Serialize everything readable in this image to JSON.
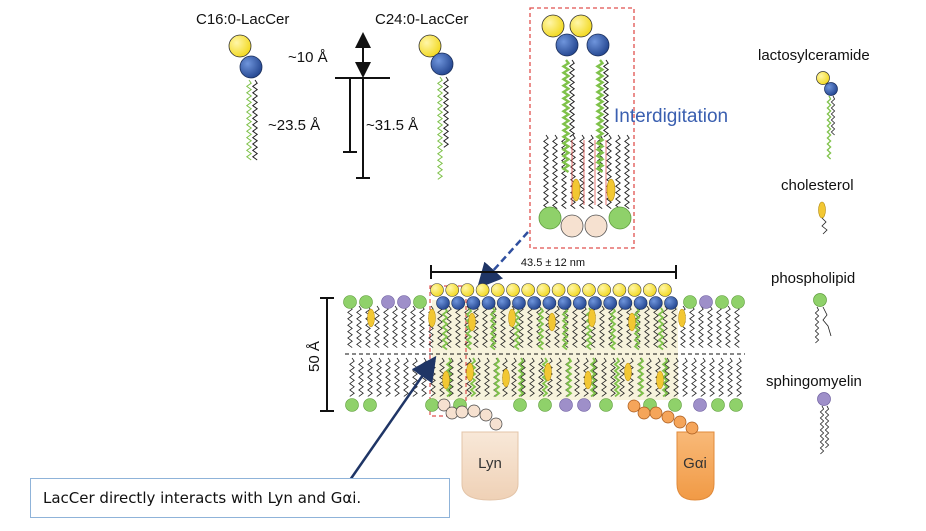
{
  "labels": {
    "c16": "C16:0-LacCer",
    "c24": "C24:0-LacCer",
    "dim_10": "~10 Å",
    "dim_23_5": "~23.5 Å",
    "dim_31_5": "~31.5 Å",
    "interdigitation": "Interdigitation",
    "width_nm": "43.5 ± 12 nm",
    "thickness": "50 Å",
    "lyn": "Lyn",
    "gai": "Gαi",
    "callout": "LacCer directly interacts with Lyn and Gαi."
  },
  "legend": [
    {
      "label": "lactosylceramide"
    },
    {
      "label": "cholesterol"
    },
    {
      "label": "phospholipid"
    },
    {
      "label": "sphingomyelin"
    }
  ],
  "colors": {
    "lactose_yellow": "#f5e134",
    "ceramide_blue": "#2f58a8",
    "phospholipid_green": "#8fd16a",
    "sphingomyelin_purple": "#9e8fc9",
    "cholesterol_yellow": "#f2c733",
    "tail_green": "#7fc24a",
    "lyn_beige": "#f3dcc8",
    "gai_orange": "#f5a55a",
    "interdigitation_blue": "#3a5fb0",
    "box_red": "#e0524f",
    "raft_fill": "#f7f3dc"
  }
}
